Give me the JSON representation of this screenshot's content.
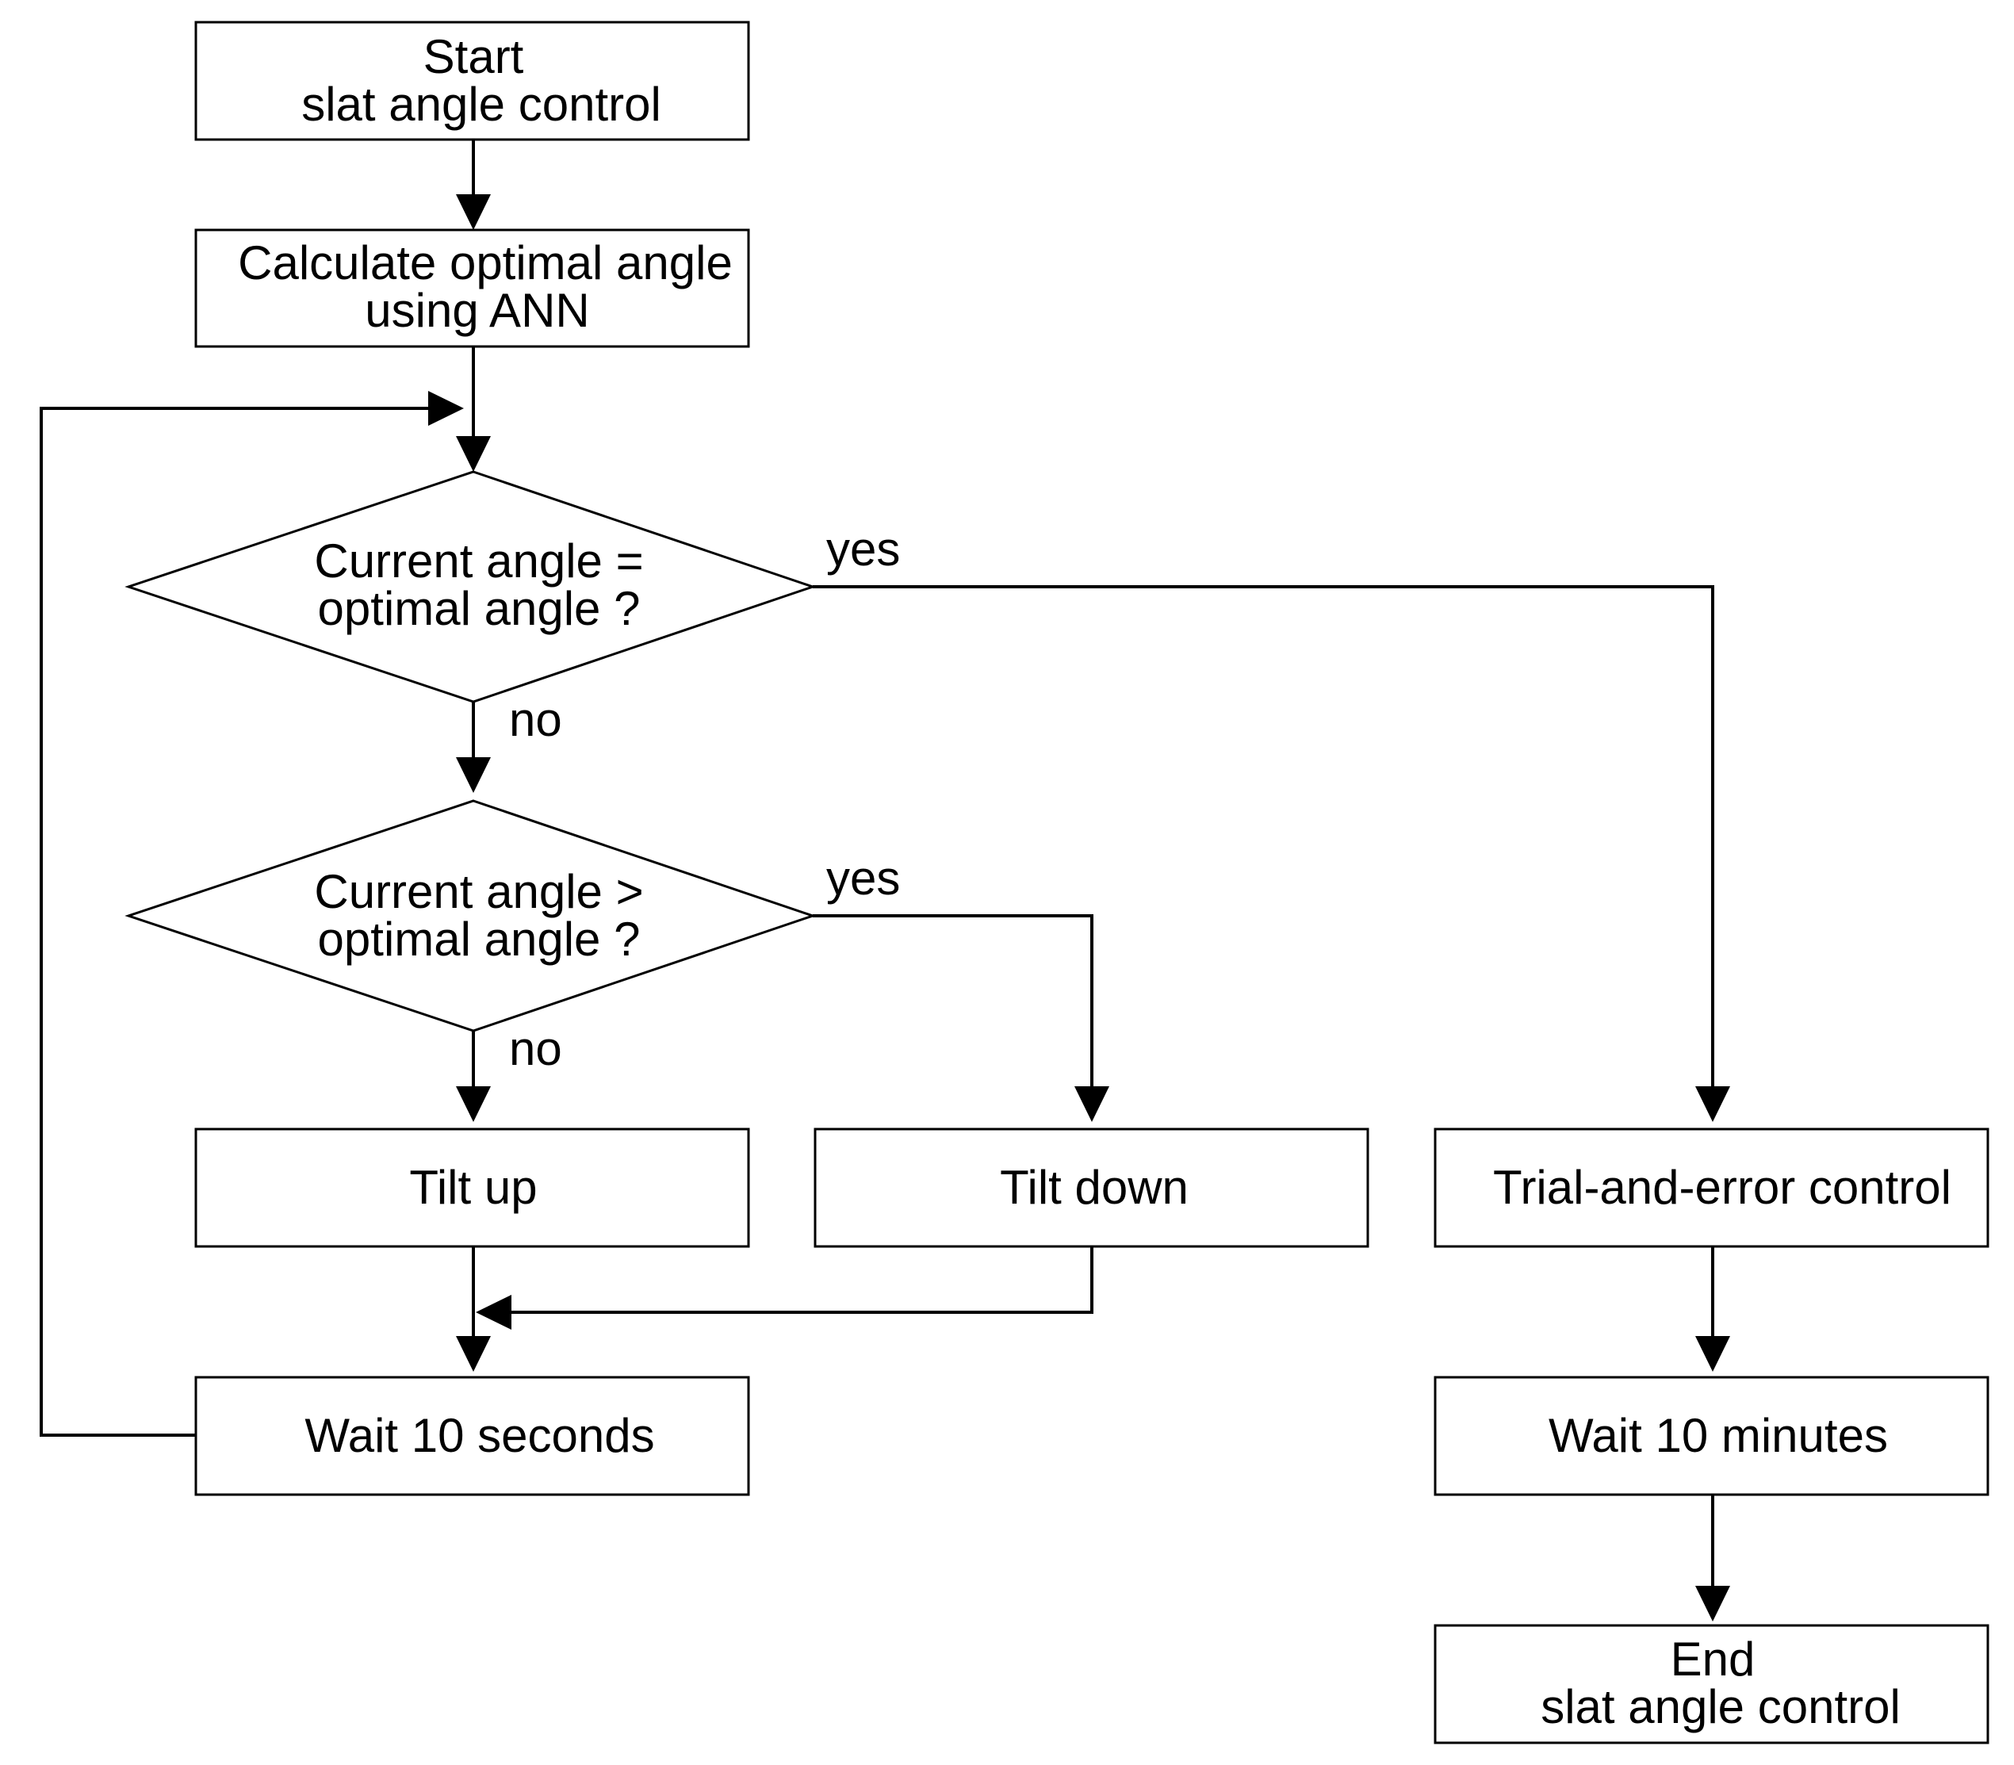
{
  "flowchart": {
    "start": {
      "line1": "Start",
      "line2": "slat angle control"
    },
    "calculate": {
      "line1": "Calculate optimal angle",
      "line2": "using ANN"
    },
    "decision_equal": {
      "line1": "Current angle =",
      "line2": "optimal angle ?",
      "yes_label": "yes",
      "no_label": "no"
    },
    "decision_greater": {
      "line1": "Current angle >",
      "line2": "optimal angle ?",
      "yes_label": "yes",
      "no_label": "no"
    },
    "tilt_up": "Tilt up",
    "tilt_down": "Tilt down",
    "trial_error": "Trial-and-error control",
    "wait_seconds": "Wait 10 seconds",
    "wait_minutes": "Wait 10 minutes",
    "end": {
      "line1": "End",
      "line2": "slat angle control"
    }
  }
}
